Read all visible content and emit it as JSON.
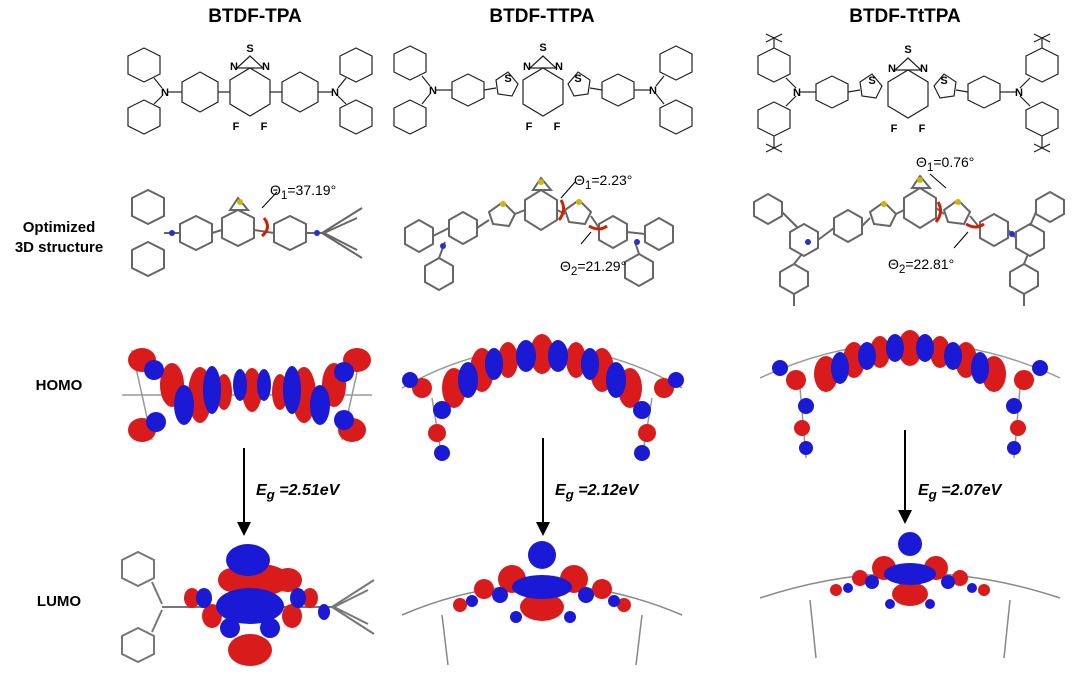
{
  "columns": [
    {
      "title": "BTDF-TPA",
      "theta1": "Θ1=37.19°",
      "theta2": "",
      "eg": "=2.51eV"
    },
    {
      "title": "BTDF-TTPA",
      "theta1": "Θ1=2.23°",
      "theta2": "Θ2=21.29°",
      "eg": "=2.12eV"
    },
    {
      "title": "BTDF-TtTPA",
      "theta1": "Θ1=0.76°",
      "theta2": "Θ2=22.81°",
      "eg": "=2.07eV"
    }
  ],
  "rows": {
    "optimized": "Optimized\n3D structure",
    "homo": "HOMO",
    "lumo": "LUMO"
  },
  "eg_symbol": "E",
  "eg_subscript": "g",
  "atoms": {
    "S": "S",
    "N": "N",
    "F": "F"
  },
  "colors": {
    "positive_lobe": "#d91b1b",
    "negative_lobe": "#1a1ad6",
    "bond": "#555555",
    "arrow": "#cc2200"
  }
}
